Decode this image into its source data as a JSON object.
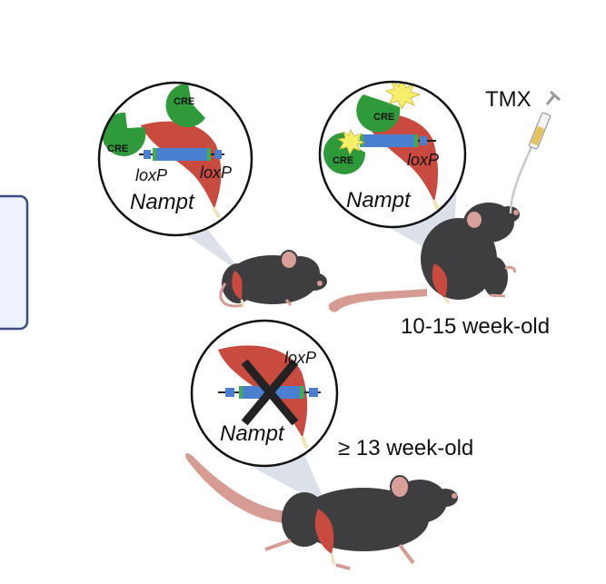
{
  "colors": {
    "muscle": "#c94a3f",
    "muscle_dark": "#a8362f",
    "tendon": "#f2e2b8",
    "gene_bar": "#4a7fd0",
    "loxp_mark": "#3cb04a",
    "cre_enzyme": "#2e9a3a",
    "mouse_body": "#3e3e40",
    "mouse_ear": "#d9a09a",
    "mouse_skin": "#d69b92",
    "zoom_cone": "#9aaac0",
    "box_border": "#3b4b8a",
    "box_fill": "#eef2ff",
    "star": "#f7ef6a",
    "cross": "#222222"
  },
  "panels": {
    "panel1": {
      "cre_labels": [
        "CRE",
        "CRE"
      ],
      "loxp_labels": [
        "loxP",
        "loxP"
      ],
      "gene": "Nampt"
    },
    "panel2": {
      "cre_labels": [
        "CRE",
        "CRE"
      ],
      "loxp_label": "loxP",
      "gene": "Nampt",
      "treatment": "TMX",
      "age": "10-15 week-old"
    },
    "panel3": {
      "loxp_label": "loxP",
      "gene": "Nampt",
      "age": "≥ 13 week-old"
    }
  }
}
